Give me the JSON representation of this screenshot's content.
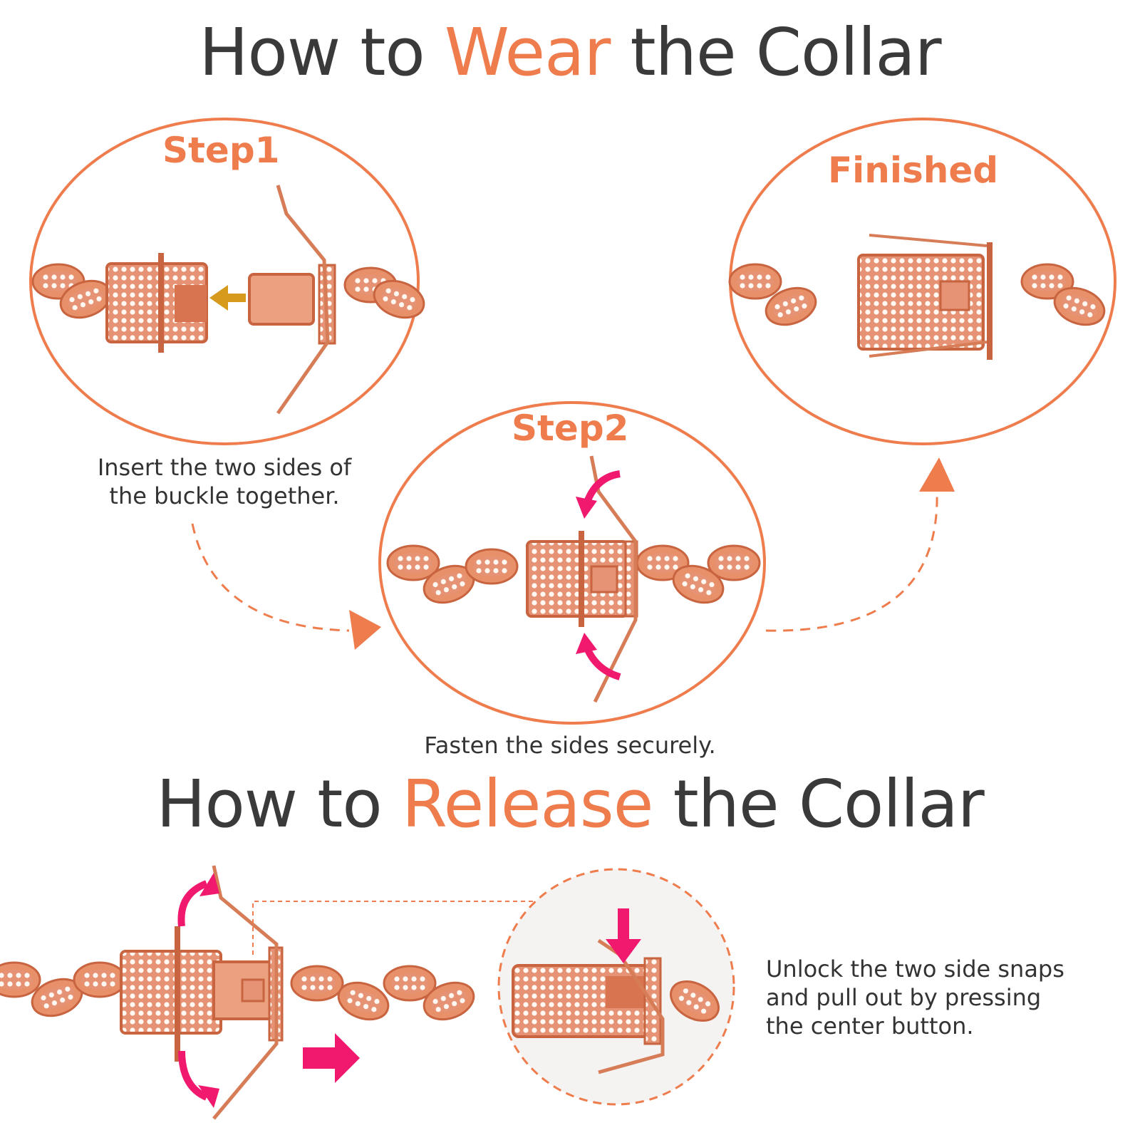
{
  "colors": {
    "accent": "#ee7c4c",
    "text": "#3a3a3a",
    "arrow_pink": "#f0196e",
    "gold_arrow": "#d69a1c",
    "rose_gold": "#e8906a"
  },
  "wear_title": {
    "prefix": "How to ",
    "highlight": "Wear",
    "suffix": " the Collar"
  },
  "release_title": {
    "prefix": "How to ",
    "highlight": "Release",
    "suffix": " the Collar"
  },
  "steps": {
    "step1": {
      "label": "Step1",
      "caption_line1": "Insert the two sides of",
      "caption_line2": "the buckle together."
    },
    "step2": {
      "label": "Step2",
      "caption": "Fasten the sides securely."
    },
    "finished": {
      "label": "Finished"
    }
  },
  "release": {
    "caption_line1": "Unlock the two side snaps",
    "caption_line2": "and pull out by pressing",
    "caption_line3": "the center button."
  }
}
